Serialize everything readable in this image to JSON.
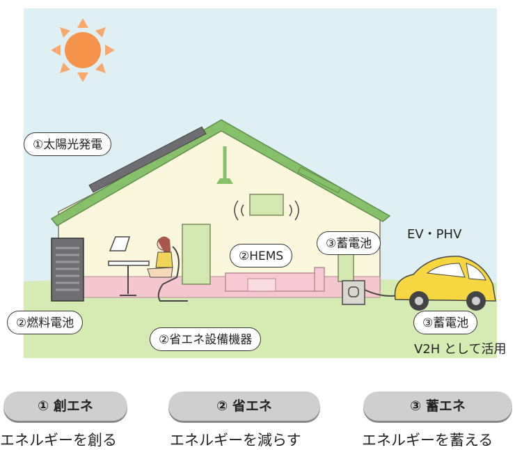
{
  "labels": {
    "solar": "①太陽光発電",
    "hems": "②HEMS",
    "storage_home": "③蓄電池",
    "fuel_cell": "②燃料電池",
    "efficient_equipment": "②省エネ設備機器",
    "storage_ev": "③蓄電池",
    "ev_phv": "EV・PHV",
    "v2h": "V2H として活用"
  },
  "categories": [
    {
      "pill": "① 創エネ",
      "description": "エネルギーを創る"
    },
    {
      "pill": "② 省エネ",
      "description": "エネルギーを減らす"
    },
    {
      "pill": "③ 蓄エネ",
      "description": "エネルギーを蓄える"
    }
  ],
  "colors": {
    "sky": "#dff0f4",
    "ground": "#d6ebb4",
    "roof": "#86c06a",
    "wall": "#fbf7dc",
    "floor": "#f4c6cf",
    "sun": "#f5944a",
    "car": "#f6d742"
  }
}
